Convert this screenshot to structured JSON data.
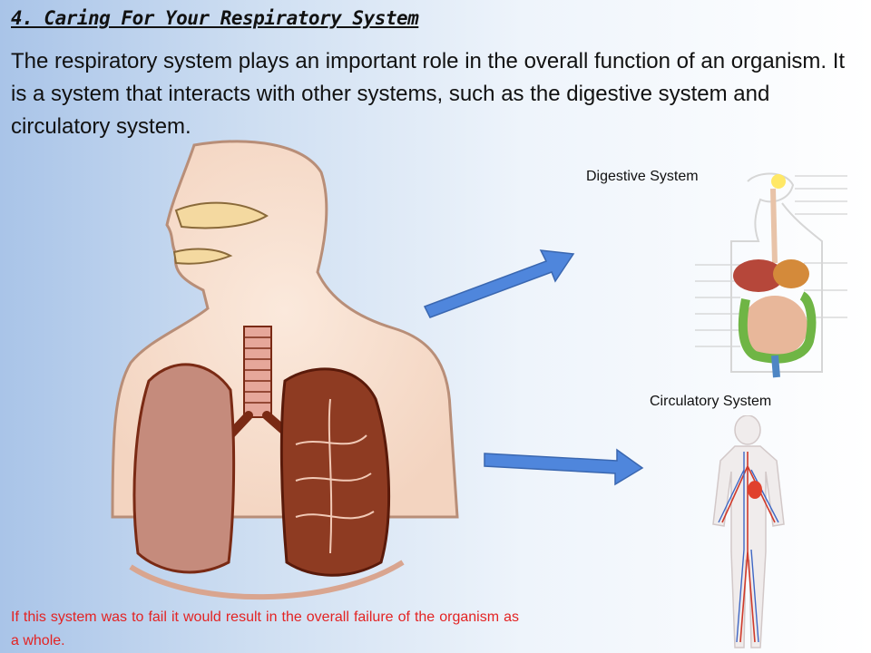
{
  "slide": {
    "title": "4. Caring For Your Respiratory System",
    "intro": "The respiratory system plays an important role in the overall function of an organism.  It is a system that interacts with other systems, such as the digestive system and circulatory system.",
    "digestive_label": "Digestive System",
    "circulatory_label": "Circulatory System",
    "warning": "If this system was to fail it would result in the overall failure of the organism as a whole."
  },
  "colors": {
    "lung_fill": "#c58b7c",
    "lung_outline": "#7a2a14",
    "skin": "#f7e2d3",
    "arrow": "#4f86dc",
    "warning_text": "#e32323"
  }
}
